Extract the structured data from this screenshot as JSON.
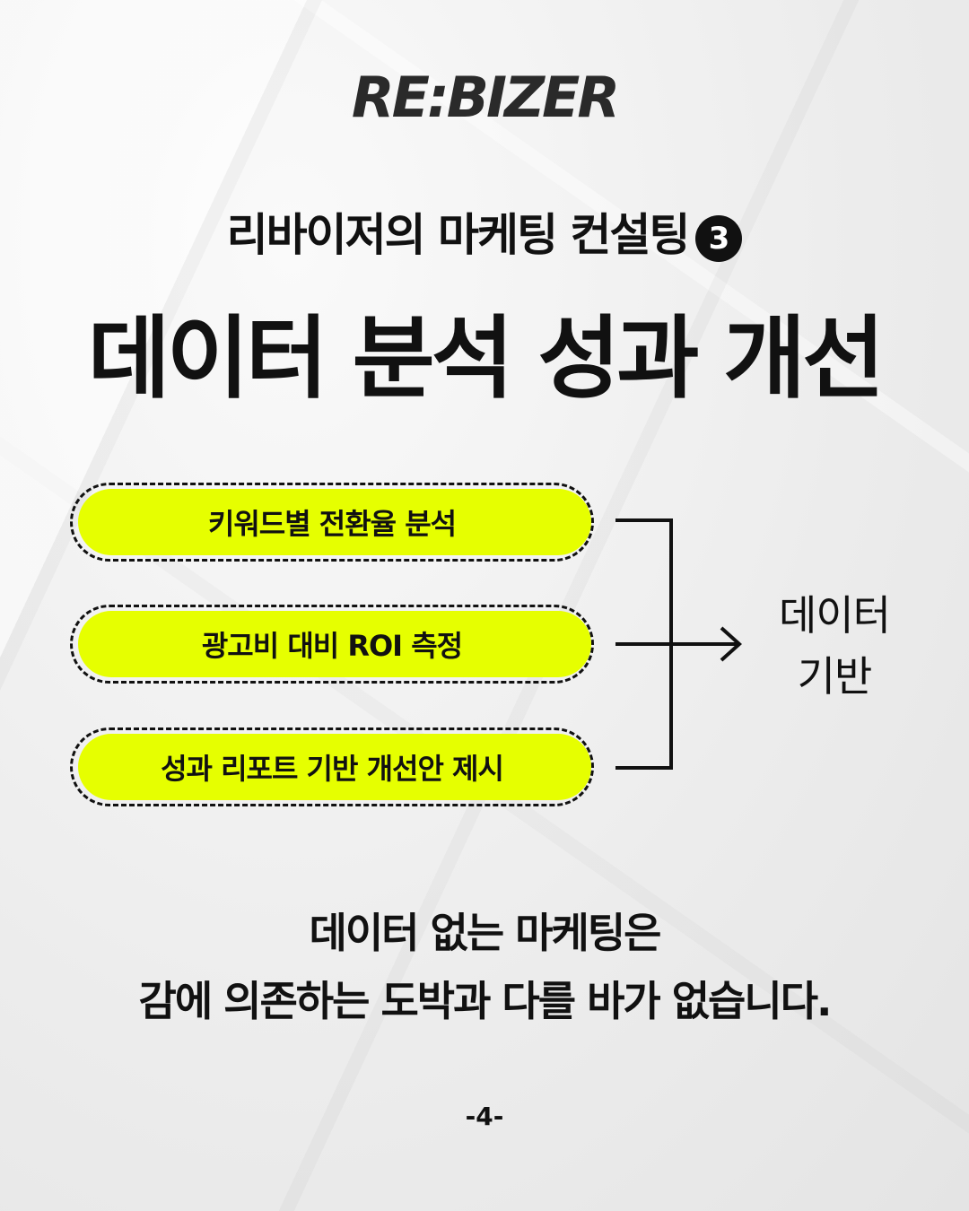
{
  "brand": {
    "logo": "RE:BIZER"
  },
  "header": {
    "subtitle": "리바이저의 마케팅 컨설팅",
    "step_number": "3",
    "title": "데이터 분석 성과 개선"
  },
  "items": [
    {
      "label": "키워드별 전환율 분석"
    },
    {
      "label": "광고비 대비 ROI 측정"
    },
    {
      "label": "성과 리포트 기반 개선안 제시"
    }
  ],
  "result": {
    "line1": "데이터",
    "line2": "기반"
  },
  "closing": {
    "line1": "데이터 없는 마케팅은",
    "line2": "감에 의존하는 도박과 다를 바가 없습니다."
  },
  "footer": {
    "page": "-4-"
  },
  "colors": {
    "accent": "#e6ff00",
    "text": "#111111"
  }
}
